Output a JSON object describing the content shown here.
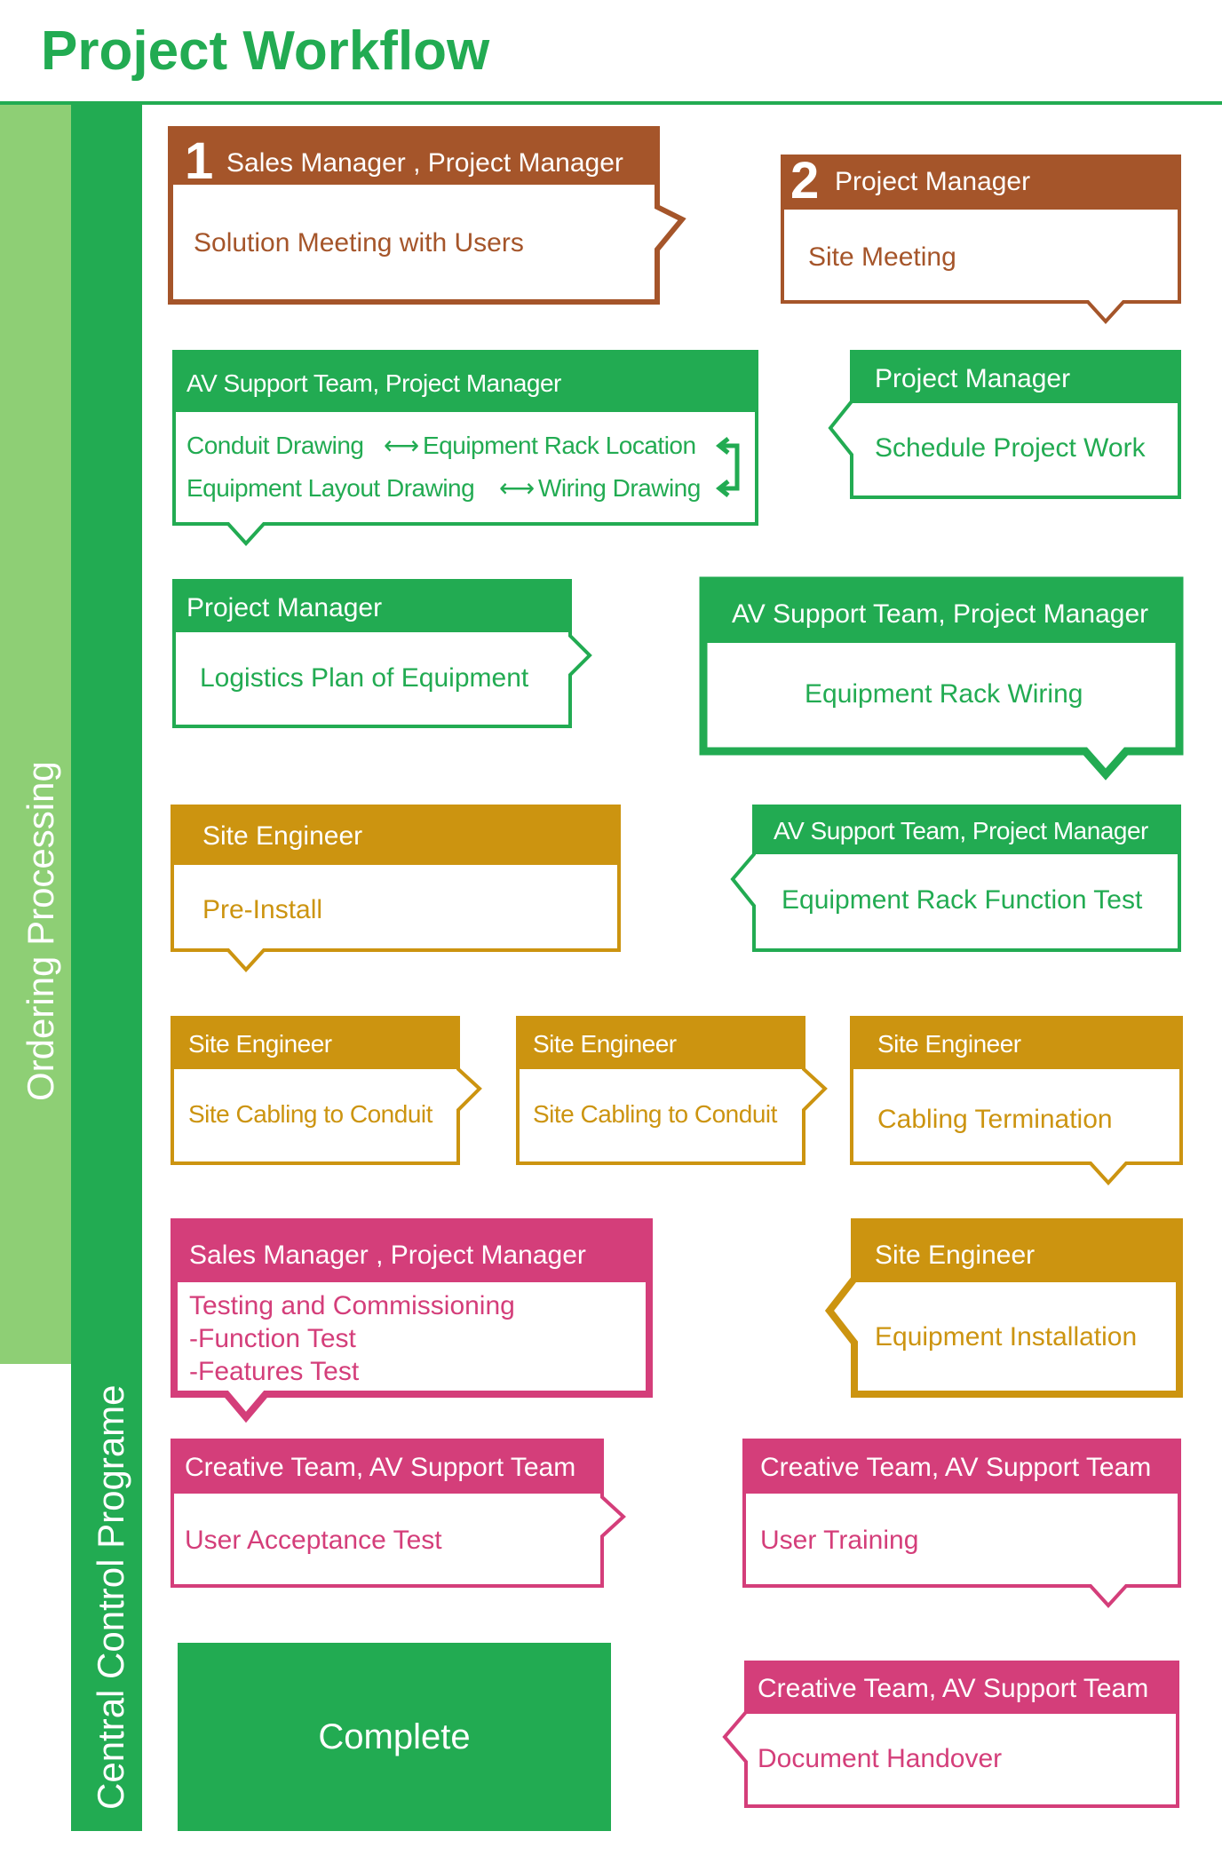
{
  "title": "Project Workflow",
  "phases": {
    "ordering": "Ordering Processing",
    "central": "Central Control Programe"
  },
  "colors": {
    "brown": "#a5552a",
    "green": "#22ab52",
    "gold": "#cc9410",
    "pink": "#d43e7a",
    "light_green": "#8ecf75"
  },
  "steps": {
    "s1": {
      "number": "1",
      "role": "Sales Manager , Project Manager",
      "task": "Solution Meeting with Users"
    },
    "s2": {
      "number": "2",
      "role": "Project Manager",
      "task": "Site Meeting"
    },
    "s3": {
      "role": "Project Manager",
      "task": "Schedule Project Work"
    },
    "s4": {
      "role": "AV Support Team, Project Manager",
      "line1_a": "Conduit Drawing",
      "line1_b": "Equipment Rack Location",
      "line2_a": "Equipment Layout Drawing",
      "line2_b": "Wiring Drawing",
      "arrow": "⟷"
    },
    "s5": {
      "role": "Project Manager",
      "task": "Logistics Plan of Equipment"
    },
    "s6": {
      "role": "AV Support Team, Project Manager",
      "task": "Equipment Rack Wiring"
    },
    "s7": {
      "role": "AV Support Team, Project Manager",
      "task": "Equipment Rack Function Test"
    },
    "s8": {
      "role": "Site Engineer",
      "task": "Pre-Install"
    },
    "s9": {
      "role": "Site Engineer",
      "task": "Site Cabling to Conduit"
    },
    "s10": {
      "role": "Site Engineer",
      "task": "Site Cabling to Conduit"
    },
    "s11": {
      "role": "Site Engineer",
      "task": "Cabling Termination"
    },
    "s12": {
      "role": "Site Engineer",
      "task": "Equipment Installation"
    },
    "s13": {
      "role": "Sales Manager , Project Manager",
      "task1": "Testing and Commissioning",
      "task2": "-Function Test",
      "task3": "-Features Test"
    },
    "s14": {
      "role": "Creative Team, AV Support Team",
      "task": "User Acceptance Test"
    },
    "s15": {
      "role": "Creative Team, AV Support Team",
      "task": "User Training"
    },
    "s16": {
      "role": "Creative Team, AV Support Team",
      "task": "Document Handover"
    },
    "complete": "Complete"
  }
}
